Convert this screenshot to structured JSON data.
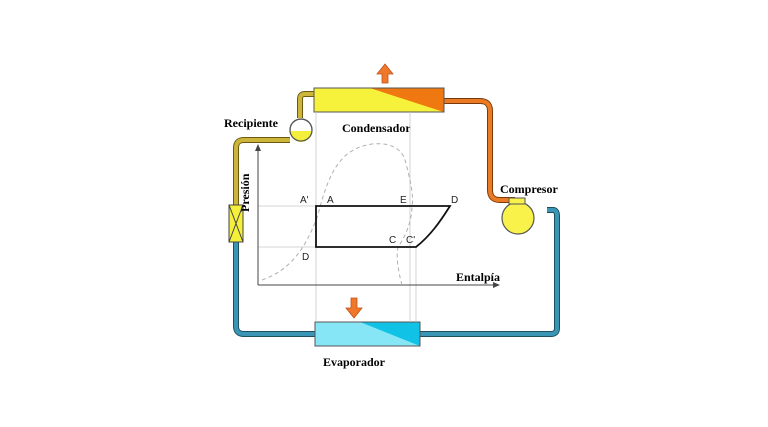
{
  "components": {
    "condenser": "Condensador",
    "evaporator": "Evaporador",
    "compressor": "Compresor",
    "receiver": "Recipiente"
  },
  "chart": {
    "ylabel": "Presión",
    "xlabel": "Entalpía",
    "points": {
      "a_prime": "A'",
      "a": "A",
      "e": "E",
      "d_top": "D",
      "d_bottom": "D",
      "c": "C",
      "c_prime": "C'"
    }
  },
  "colors": {
    "hot_pipe": "#e0701f",
    "warm_pipe": "#b8a020",
    "cold_pipe": "#2c8aa8",
    "condenser_yellow": "#f4ef3a",
    "condenser_orange": "#f0860f",
    "evaporator_light": "#90eaf8",
    "evaporator_dark": "#10c2e6",
    "arrow": "#f0782a",
    "compressor": "#f8f24a"
  }
}
